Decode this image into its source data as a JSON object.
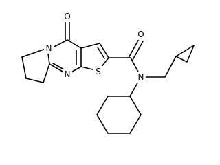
{
  "molecule": {
    "atoms": {
      "oxygen_carbonyl_ring": "O",
      "oxygen_amide": "O",
      "nitrogen_bridgehead": "N",
      "nitrogen_pyrimidine": "N",
      "sulfur_thiophene": "S",
      "nitrogen_amide": "N"
    }
  }
}
